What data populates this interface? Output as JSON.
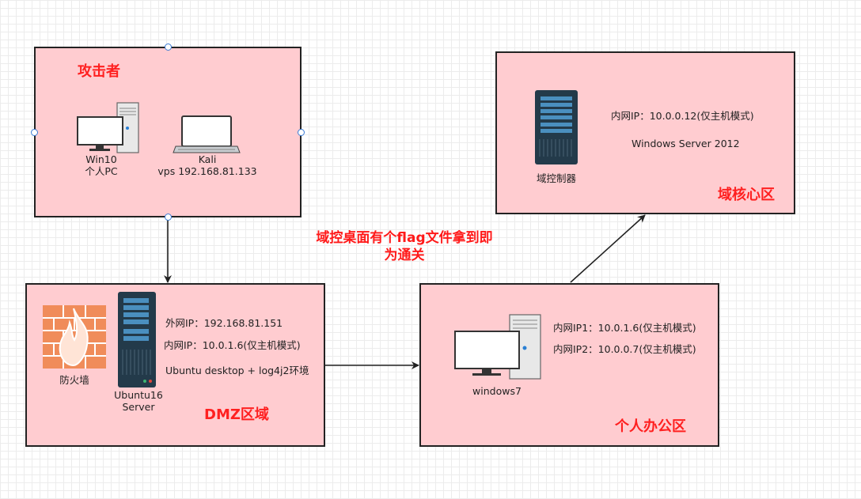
{
  "zones": {
    "attacker": {
      "title": "攻击者",
      "win10": {
        "name": "Win10",
        "sub": "个人PC"
      },
      "kali": {
        "name": "Kali",
        "sub": "vps 192.168.81.133"
      }
    },
    "dmz": {
      "title": "DMZ区域",
      "firewall_label": "防火墙",
      "server_name": "Ubuntu16",
      "server_sub": "Server",
      "outer_ip": "外网IP：192.168.81.151",
      "inner_ip": "内网IP：10.0.1.6(仅主机模式)",
      "service": "Ubuntu desktop + log4j2环境"
    },
    "office": {
      "title": "个人办公区",
      "pc_label": "windows7",
      "ip1": "内网IP1：10.0.1.6(仅主机模式)",
      "ip2": "内网IP2：10.0.0.7(仅主机模式)"
    },
    "core": {
      "title": "域核心区",
      "server_label": "域控制器",
      "inner_ip": "内网IP：10.0.0.12(仅主机模式)",
      "os": "Windows Server 2012"
    }
  },
  "note": {
    "line1": "域控桌面有个flag文件拿到即",
    "line2": "为通关"
  },
  "colors": {
    "zone_fill": "#ffccd0",
    "zone_border": "#222222",
    "title_red": "#ff2020",
    "server_dark": "#233a4a",
    "server_stripe": "#4a8fbf",
    "firewall_orange": "#f08c5a"
  },
  "icons": [
    "monitor-icon",
    "tower-pc-icon",
    "laptop-icon",
    "firewall-icon",
    "rack-server-icon"
  ]
}
